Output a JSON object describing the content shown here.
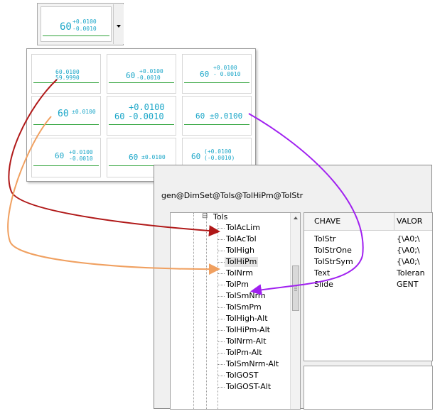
{
  "combo": {
    "nominal": "60",
    "upper": "+0.0100",
    "lower": "-0.0010"
  },
  "gallery": {
    "cells": [
      {
        "id": "limits",
        "line1": "60.0100",
        "line2": "59.9990"
      },
      {
        "id": "stacked",
        "nominal": "60",
        "upper": "+0.0100",
        "lower": "-0.0010"
      },
      {
        "id": "high",
        "nominal": "60",
        "upper": "+0.0100",
        "lower": "- 0.0010"
      },
      {
        "id": "hipm",
        "nominal": "60",
        "tol": "±0.0100"
      },
      {
        "id": "inline",
        "upper": "+0.0100",
        "nominal": "60",
        "lower": "-0.0010"
      },
      {
        "id": "pm",
        "text": "60 ±0.0100"
      },
      {
        "id": "stacked-small",
        "nominal": "60",
        "upper": "+0.0100",
        "lower": "-0.0010"
      },
      {
        "id": "pm-small",
        "nominal": "60",
        "tol": "±0.0100"
      },
      {
        "id": "gost",
        "nominal": "60",
        "upper": "(+0.0100",
        "lower": "(-0.0010)"
      }
    ]
  },
  "window": {
    "breadcrumb": "gen@DimSet@Tols@TolHiPm@TolStr",
    "tree": {
      "parent": "Tols",
      "collapse_glyph": "⊟",
      "items": [
        "TolAcLim",
        "TolAcTol",
        "TolHigh",
        "TolHiPm",
        "TolNrm",
        "TolPm",
        "TolSmNrm",
        "TolSmPm",
        "TolHigh-Alt",
        "TolHiPm-Alt",
        "TolNrm-Alt",
        "TolPm-Alt",
        "TolSmNrm-Alt",
        "TolGOST",
        "TolGOST-Alt"
      ],
      "selected": "TolHiPm"
    },
    "props": {
      "col_key": "CHAVE",
      "col_value": "VALOR",
      "rows": [
        {
          "key": "TolStr",
          "value": "{\\A0;\\"
        },
        {
          "key": "TolStrOne",
          "value": "{\\A0;\\"
        },
        {
          "key": "TolStrSym",
          "value": "{\\A0;\\"
        },
        {
          "key": "Text",
          "value": "Toleran"
        },
        {
          "key": "Slide",
          "value": "GENT"
        }
      ]
    }
  },
  "colors": {
    "tolerance_text": "#1aa6c8",
    "baseline": "#2fa33a",
    "arrow_red": "#b01818",
    "arrow_orange": "#f0a060",
    "arrow_purple": "#a020f0"
  }
}
